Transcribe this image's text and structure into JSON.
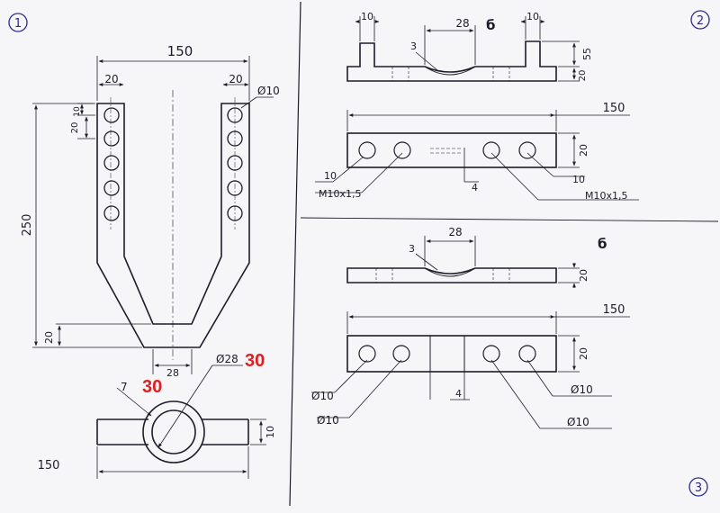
{
  "sheet_numbers": [
    "1",
    "2",
    "3"
  ],
  "view1": {
    "dim_overall_width": "150",
    "dim_left_arm": "20",
    "dim_right_arm": "20",
    "dim_hole": "Ø10",
    "dim_first_hole": "10",
    "dim_hole_pitch": "20",
    "dim_height": "250",
    "dim_bottom_thickness": "20",
    "dim_bottom_gap": "28",
    "dim_ring_inner": "Ø28",
    "red_label_right": "30",
    "dim_ring_wall": "7",
    "red_label_left": "30",
    "dim_bar_height": "10",
    "dim_bar_length": "150"
  },
  "view2": {
    "dim_left_post": "10",
    "dim_right_post": "10",
    "dim_groove": "28",
    "label_b": "б",
    "dim_groove_depth": "3",
    "dim_post_height": "55",
    "dim_base_height": "20",
    "dim_length": "150",
    "dim_width": "20",
    "dim_hole_left": "10",
    "thread_left": "M10x1,5",
    "dim_slot": "4",
    "dim_hole_right": "10",
    "thread_right": "M10x1,5"
  },
  "view3": {
    "dim_groove": "28",
    "dim_groove_depth": "3",
    "label_b": "б",
    "dim_height": "20",
    "dim_length": "150",
    "dim_width": "20",
    "hole_1": "Ø10",
    "hole_2": "Ø10",
    "dim_slot": "4",
    "hole_3": "Ø10",
    "hole_4": "Ø10"
  },
  "colors": {
    "paper": "#f6f5f8",
    "ink": "#1d1d2a",
    "accent": "#e02020",
    "sheet_number": "#2a2a8a"
  }
}
